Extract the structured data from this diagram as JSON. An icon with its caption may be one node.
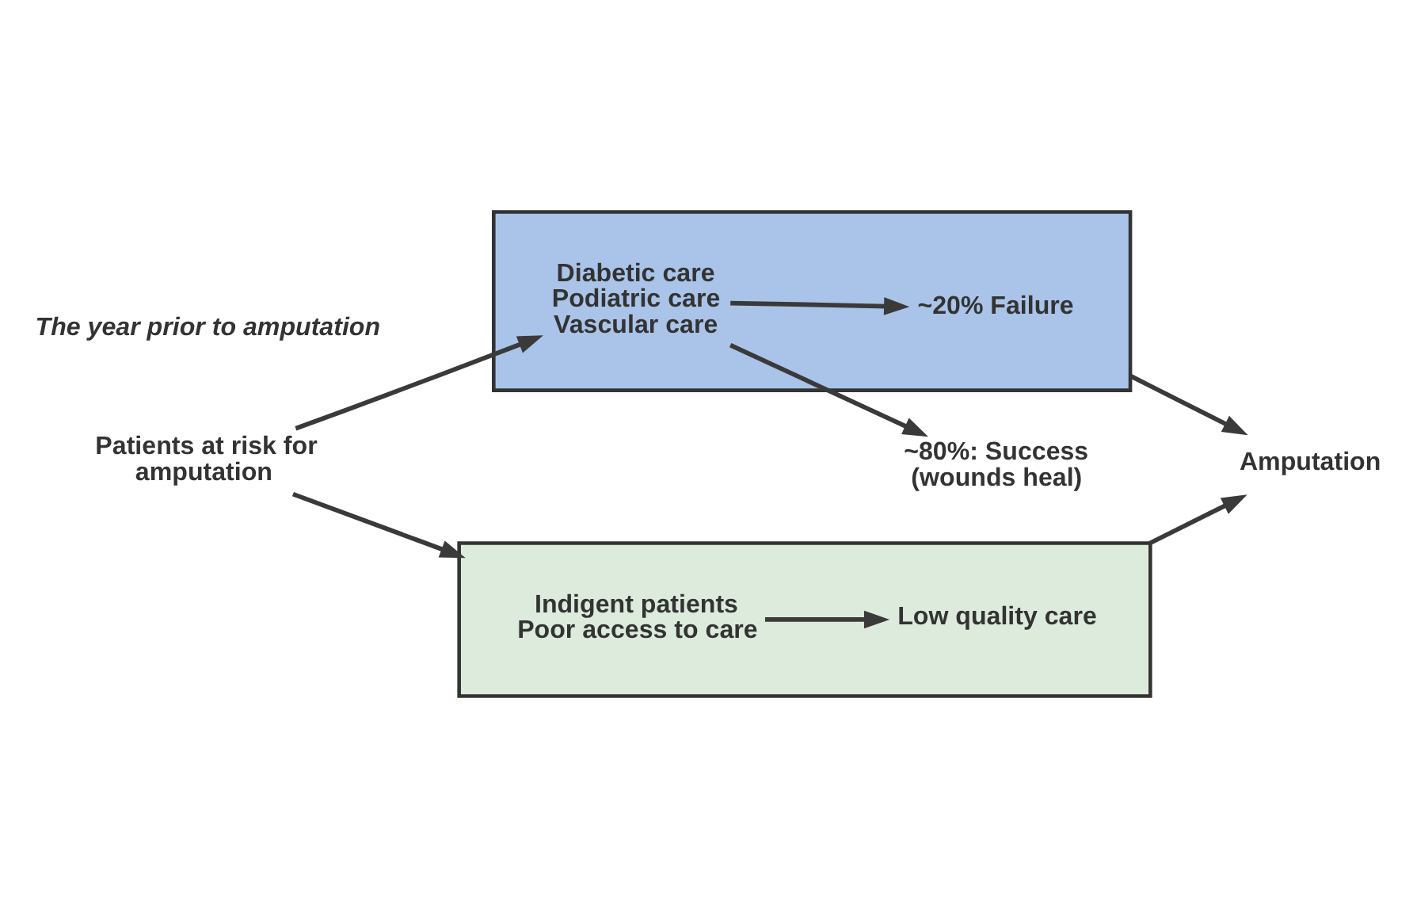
{
  "diagram": {
    "nodes": [
      {
        "text": [],
        "shape": "box"
      },
      {
        "text": [
          "Diabetic care",
          "Podiatric care",
          "Vascular care"
        ],
        "in": 0
      },
      {
        "text": [
          "~20% Failure"
        ],
        "in": 0
      },
      {
        "text": [
          "~80%: Success (wounds heal)"
        ]
      },
      {
        "text": [
          "Patients at risk for amputation"
        ]
      },
      {
        "text": [
          "Amputation"
        ]
      },
      {
        "text": [],
        "shape": "box"
      },
      {
        "text": [
          "Indigent patients",
          "Poor access to care"
        ],
        "in": 6
      },
      {
        "text": [
          "Low quality care"
        ],
        "in": 6
      }
    ],
    "edges": [
      {
        "from": 4,
        "to": 1,
        "arrow": "to"
      },
      {
        "from": 1,
        "to": 3,
        "arrow": "to"
      },
      {
        "from": 1,
        "to": 2,
        "arrow": "to"
      },
      {
        "from": 0,
        "to": 5,
        "arrow": "to"
      },
      {
        "from": 4,
        "to": 6,
        "arrow": "to"
      },
      {
        "from": 7,
        "to": 8,
        "arrow": "to"
      },
      {
        "from": 6,
        "to": 5,
        "arrow": "to"
      }
    ],
    "labels": [
      "The year prior to amputation"
    ]
  }
}
